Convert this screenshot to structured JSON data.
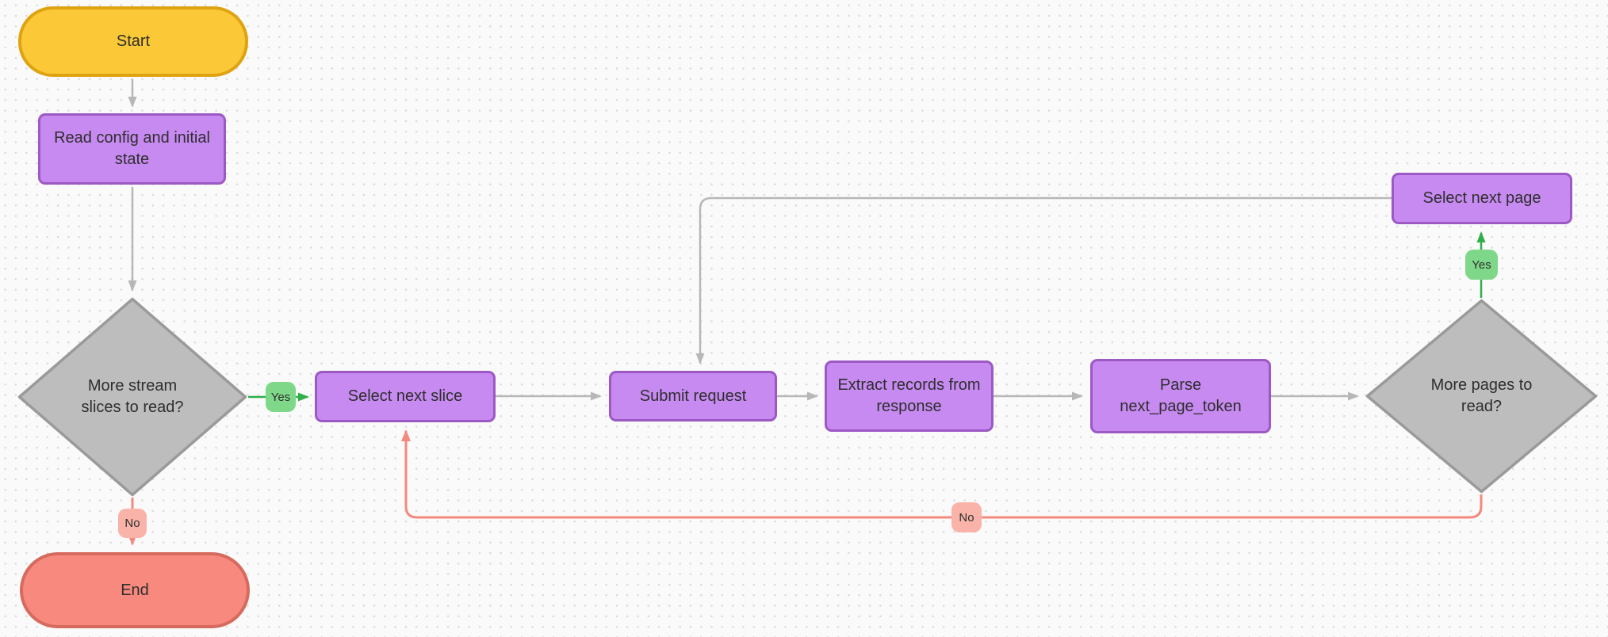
{
  "colors": {
    "background": "#fafafa",
    "grid_dot": "#dadada",
    "text": "#2e2e2e",
    "terminal_start_fill": "#fbc937",
    "terminal_start_border": "#dfa312",
    "terminal_end_fill": "#f8897e",
    "terminal_end_border": "#d66a5e",
    "process_fill": "#c78af1",
    "process_border": "#9c59c4",
    "decision_fill": "#bdbdbd",
    "decision_border": "#9a9a9a",
    "edge_gray": "#b7b7b7",
    "edge_green": "#2fae4a",
    "edge_red": "#f4897f",
    "label_yes_fill": "#7fd88a",
    "label_no_fill": "#f9b3a8"
  },
  "nodes": {
    "start": {
      "label": "Start"
    },
    "read_config": {
      "label": "Read config and initial\nstate"
    },
    "more_slices": {
      "label": "More stream\nslices to read?"
    },
    "select_next_slice": {
      "label": "Select next slice"
    },
    "submit_request": {
      "label": "Submit request"
    },
    "extract_records": {
      "label": "Extract records from\nresponse"
    },
    "parse_token": {
      "label": "Parse\nnext_page_token"
    },
    "more_pages": {
      "label": "More pages to\nread?"
    },
    "select_next_page": {
      "label": "Select next page"
    },
    "end": {
      "label": "End"
    }
  },
  "edge_labels": {
    "slices_yes": "Yes",
    "slices_no": "No",
    "pages_yes": "Yes",
    "pages_no": "No"
  }
}
